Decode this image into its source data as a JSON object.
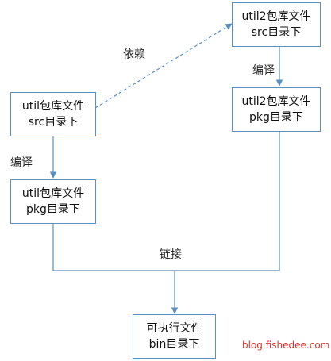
{
  "nodes": {
    "util_src": {
      "line1": "util包库文件",
      "line2": "src目录下"
    },
    "util_pkg": {
      "line1": "util包库文件",
      "line2": "pkg目录下"
    },
    "util2_src": {
      "line1": "util2包库文件",
      "line2": "src目录下"
    },
    "util2_pkg": {
      "line1": "util2包库文件",
      "line2": "pkg目录下"
    },
    "binary": {
      "line1": "可执行文件",
      "line2": "bin目录下"
    }
  },
  "edges": {
    "depends_label": "依赖",
    "compile_left_label": "编译",
    "compile_right_label": "编译",
    "link_label": "链接"
  },
  "watermark": "blog.fishedee.com",
  "colors": {
    "box_border": "#5a8fc4",
    "line": "#5a8fc4",
    "watermark": "#e0312d"
  }
}
